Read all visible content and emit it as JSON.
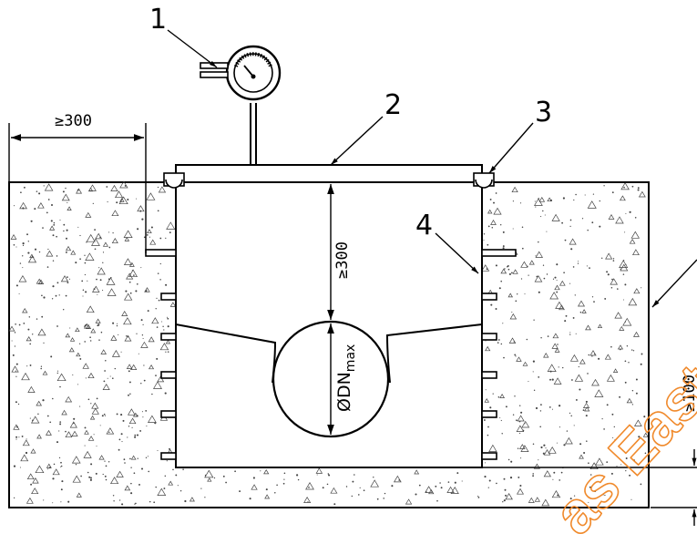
{
  "diagram": {
    "callouts": [
      {
        "id": "1",
        "label": "1"
      },
      {
        "id": "2",
        "label": "2"
      },
      {
        "id": "3",
        "label": "3"
      },
      {
        "id": "4",
        "label": "4"
      }
    ],
    "dimensions": {
      "left_margin": "≥300",
      "top_cover": "≥300",
      "pipe_diameter_main": "ØDN",
      "pipe_diameter_sub": "max",
      "side_clearance": "≥100"
    },
    "watermark": "as East",
    "colors": {
      "line": "#000000",
      "concrete_speckle": "#444444",
      "watermark": "#f08a2c",
      "background": "#ffffff"
    },
    "icons": [
      "pressure-gauge-icon"
    ]
  }
}
